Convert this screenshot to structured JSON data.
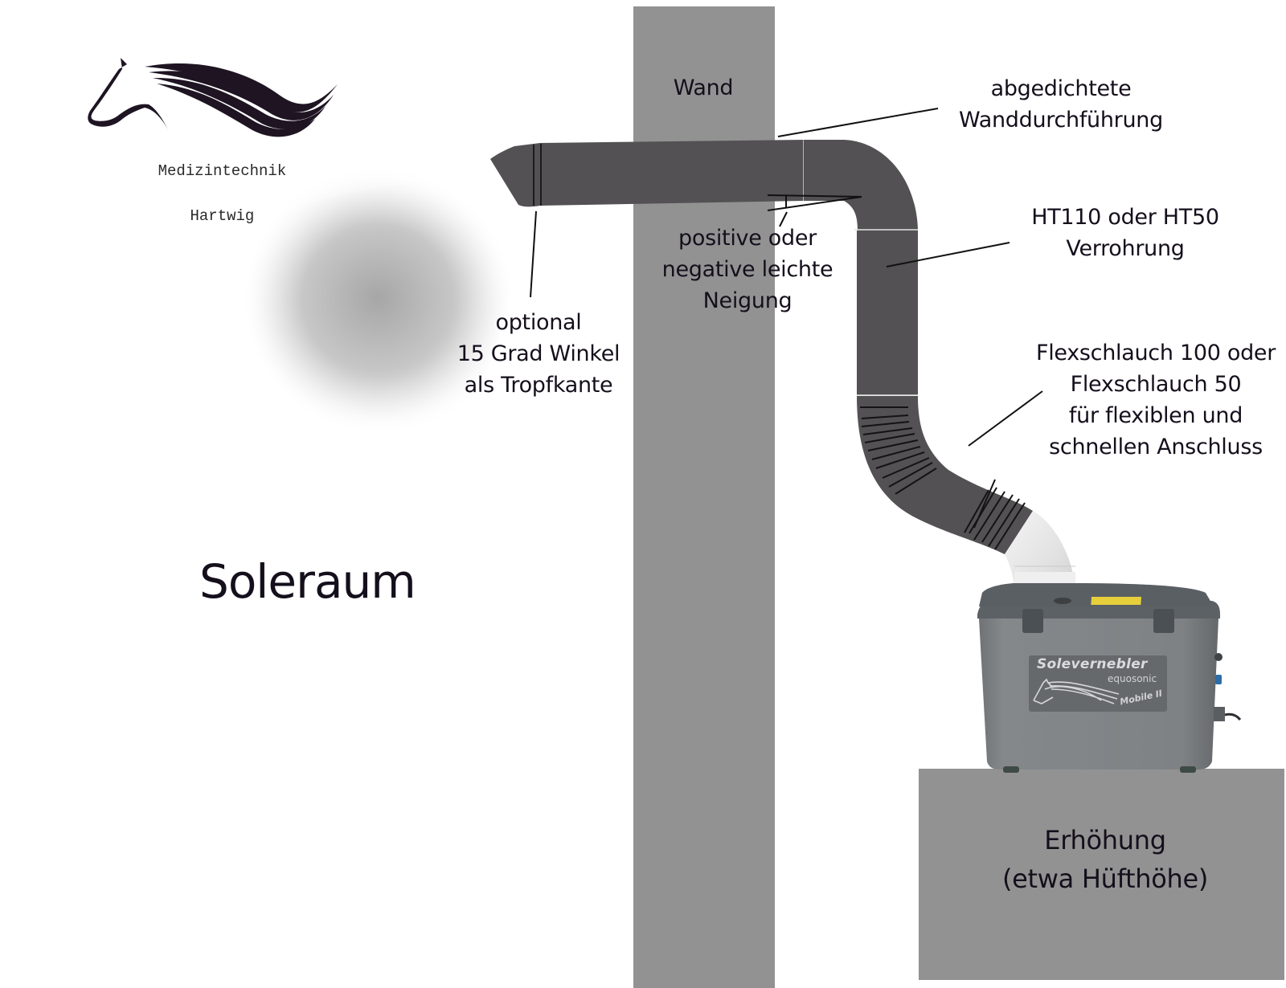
{
  "logo": {
    "line1": "Medizintechnik",
    "line2": "Hartwig",
    "icon": "horse-head-icon"
  },
  "labels": {
    "wall": "Wand",
    "room": "Soleraum",
    "wall_feedthrough": "abgedichtete\nWanddurchführung",
    "slope": "positive oder\nnegative leichte\nNeigung",
    "pipe": "HT110 oder HT50\nVerrohrung",
    "drip_edge": "optional\n15 Grad Winkel\nals Tropfkante",
    "flex_hose": "Flexschlauch 100 oder\nFlexschlauch 50\nfür flexiblen und\nschnellen Anschluss",
    "platform": "Erhöhung\n(etwa Hüfthöhe)"
  },
  "device": {
    "brand": "Solevernebler",
    "sub_brand": "equosonic",
    "model": "Mobile II"
  },
  "colors": {
    "wall": "#929292",
    "pipe": "#535153",
    "platform": "#929292",
    "device_body": "#7f8386",
    "device_plate": "#66696c",
    "text": "#150f1c",
    "mist": "#a9a9a9"
  }
}
